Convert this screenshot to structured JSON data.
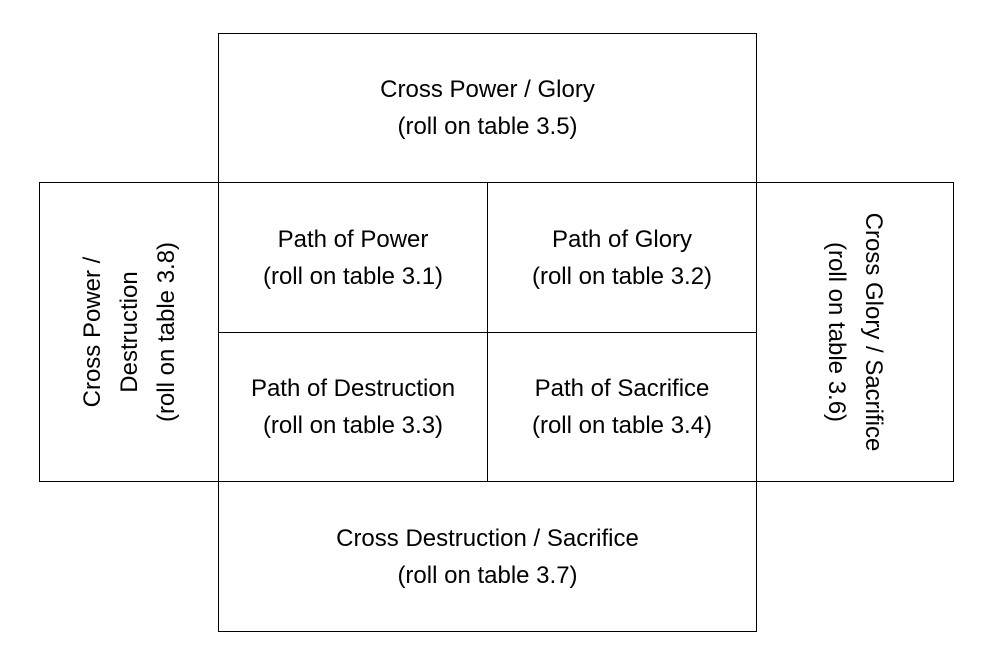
{
  "boxes": {
    "top": {
      "line1": "Cross Power / Glory",
      "line2": "(roll on table 3.5)"
    },
    "power": {
      "line1": "Path of Power",
      "line2": "(roll on table 3.1)"
    },
    "glory": {
      "line1": "Path of Glory",
      "line2": "(roll on table 3.2)"
    },
    "destruction": {
      "line1": "Path of Destruction",
      "line2": "(roll on table 3.3)"
    },
    "sacrifice": {
      "line1": "Path of Sacrifice",
      "line2": "(roll on table 3.4)"
    },
    "bottom": {
      "line1": "Cross Destruction / Sacrifice",
      "line2": "(roll on table 3.7)"
    },
    "left": {
      "line1": "Cross Power /",
      "line2": "Destruction",
      "line3": "(roll on table 3.8)"
    },
    "right": {
      "line1": "Cross Glory / Sacrifice",
      "line2": "(roll on table 3.6)"
    }
  }
}
